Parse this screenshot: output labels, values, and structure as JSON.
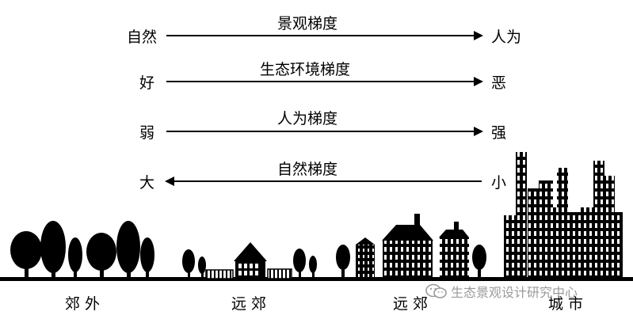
{
  "gradients": [
    {
      "left": "自然",
      "title": "景观梯度",
      "right": "人为",
      "direction": "right"
    },
    {
      "left": "好",
      "title": "生态环境梯度",
      "right": "恶",
      "direction": "right"
    },
    {
      "left": "弱",
      "title": "人为梯度",
      "right": "强",
      "direction": "right"
    },
    {
      "left": "大",
      "title": "自然梯度",
      "right": "小",
      "direction": "left"
    }
  ],
  "zones": [
    "郊外",
    "远郊",
    "远郊",
    "城市"
  ],
  "watermark": {
    "icon": "wechat-icon",
    "text": "生态景观设计研究中心"
  },
  "colors": {
    "ink": "#000000",
    "background": "#ffffff",
    "watermark": "#9a9a9a"
  }
}
